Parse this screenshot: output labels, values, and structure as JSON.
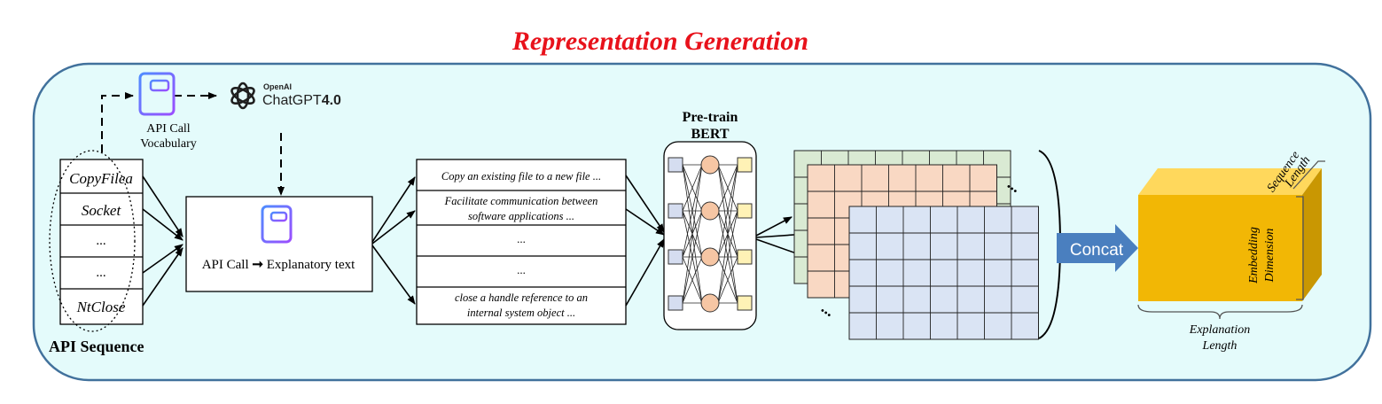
{
  "title": "Representation Generation",
  "api_sequence": {
    "items": [
      "CopyFilea",
      "Socket",
      "...",
      "...",
      "NtClose"
    ],
    "label": "API Sequence"
  },
  "vocabulary": {
    "line1": "API Call",
    "line2": "Vocabulary"
  },
  "chatgpt": {
    "brand": "OpenAI",
    "name": "ChatGPT",
    "version": "4.0"
  },
  "converter": {
    "left": "API Call",
    "arrow": "➞",
    "right": "Explanatory text"
  },
  "explanations": {
    "items": [
      [
        "Copy an existing file to a new file ..."
      ],
      [
        "Facilitate communication between",
        "software applications ..."
      ],
      [
        "..."
      ],
      [
        "..."
      ],
      [
        "close a handle reference to an",
        "internal system object ..."
      ]
    ]
  },
  "bert": {
    "line1": "Pre-train",
    "line2": "BERT"
  },
  "stack": {
    "dots": "..."
  },
  "concat": "Concat",
  "cube": {
    "sequence_length": [
      "Sequence",
      "Length"
    ],
    "embedding_dimension": [
      "Embedding",
      "Dimension"
    ],
    "explanation_length": [
      "Explanation",
      "Length"
    ]
  },
  "colors": {
    "title": "#e8121b",
    "panel_fill": "#e4fbfb",
    "panel_stroke": "#41719c",
    "arrow_fill": "#4a7fbf",
    "book": "#6a5cf5",
    "cube_front": "#f2b705",
    "grid_green": "#d9ead3",
    "grid_orange": "#f9d8c3",
    "grid_blue": "#dae4f4",
    "neuron_orange": "#f6c6a4",
    "neuron_blue": "#d5ddf0",
    "neuron_yellow": "#fff2b6"
  }
}
